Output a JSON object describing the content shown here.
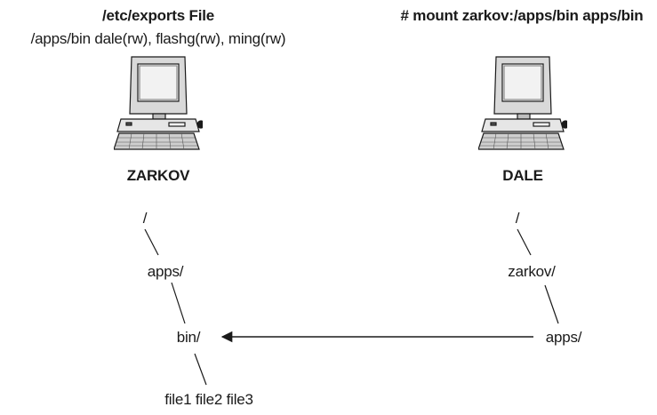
{
  "left_server": {
    "heading": "/etc/exports File",
    "export_line": "/apps/bin dale(rw), flashg(rw), ming(rw)",
    "host_label": "ZARKOV",
    "icon": "desktop-computer-icon",
    "tree": [
      "/",
      "apps/",
      "bin/",
      "file1 file2 file3"
    ]
  },
  "right_client": {
    "heading": "# mount zarkov:/apps/bin apps/bin",
    "host_label": "DALE",
    "icon": "desktop-computer-icon",
    "tree": [
      "/",
      "zarkov/",
      "apps/"
    ]
  },
  "arrow": {
    "from": "right_client.tree.2",
    "to": "left_server.tree.2"
  }
}
